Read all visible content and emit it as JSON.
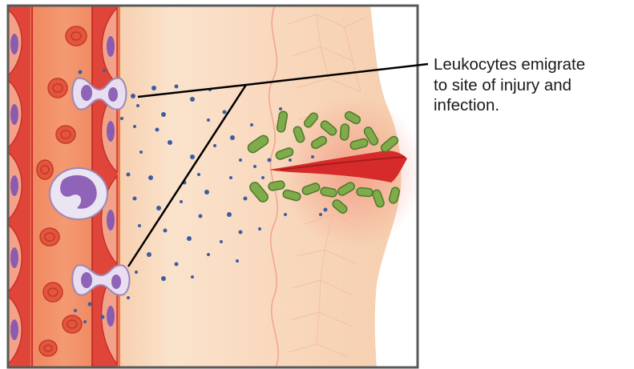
{
  "caption": {
    "lines": [
      "Leukocytes emigrate",
      "to site of injury and",
      "infection."
    ]
  },
  "colors": {
    "frame": "#5a5a5a",
    "vessel_wall": "#d9322b",
    "blood_plasma": "#f0875e",
    "red_blood_cell": "#e4553d",
    "endothelial_nucleus": "#8a5cb0",
    "leukocyte_body": "#e8def0",
    "leukocyte_nucleus": "#8f63b8",
    "chemical_signal": "#3d5da3",
    "bacteria": "#7fab4a",
    "tissue": "#f8d5b7",
    "wound": "#d62b2b",
    "leader_line": "#000000"
  }
}
